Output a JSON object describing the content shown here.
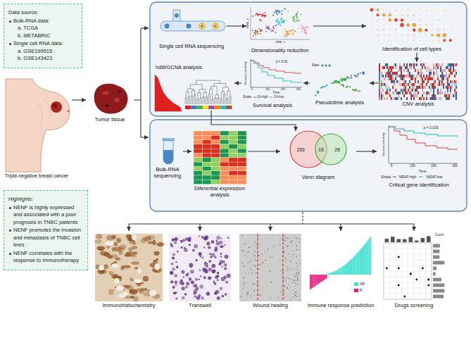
{
  "diagram": {
    "nodes": [
      {
        "text": [
          "Data source:",
          "Bulk-RNA data:",
          "a. TCGA",
          "b. METABRIC",
          "Single cell RNA data:",
          "a. GSE199515",
          "b. GSE143423"
        ]
      },
      {
        "text": [
          "Triple-negative breast cancer"
        ]
      },
      {
        "text": [
          "Highlights:",
          "NENF is highly expressed and associated with a poor prognosis in TNBC patients",
          "NENF promotes the invasion and metastasis of TNBC cell lines",
          "NENF correlates with the response to immunotherapy"
        ]
      },
      {
        "text": [
          "Tumor tissue"
        ]
      },
      {
        "text": [
          "Single cell RNA sequencing"
        ]
      },
      {
        "text": [
          "Dimensionality reduction"
        ]
      },
      {
        "text": [
          "Identification of cell types"
        ]
      },
      {
        "text": [
          "CNV analysis"
        ]
      },
      {
        "text": [
          "Pseudotime analysis"
        ]
      },
      {
        "text": [
          "Survival analysis"
        ]
      },
      {
        "text": [
          "hdWGCNA analysis"
        ]
      },
      {
        "text": [
          "Bulk-RNA sequencing"
        ]
      },
      {
        "text": [
          "Diferential expression analysis"
        ]
      },
      {
        "text": [
          "Venn diagram"
        ]
      },
      {
        "text": [
          "Critical gene identification"
        ]
      },
      {
        "text": [
          "Immunohistochemistry"
        ]
      },
      {
        "text": [
          "Transwell"
        ]
      },
      {
        "text": [
          "Wound healing"
        ]
      },
      {
        "text": [
          "Immune response prediction"
        ]
      },
      {
        "text": [
          "Drugs screening"
        ]
      }
    ],
    "edges": [
      {
        "from": 1,
        "to": 3,
        "arrow": "to"
      },
      {
        "from": 4,
        "to": 5,
        "arrow": "to"
      },
      {
        "from": 5,
        "to": 6,
        "arrow": "to"
      },
      {
        "from": 6,
        "to": 7,
        "arrow": "to"
      },
      {
        "from": 7,
        "to": 8,
        "arrow": "to"
      },
      {
        "from": 8,
        "to": 9,
        "arrow": "to"
      },
      {
        "from": 9,
        "to": 10,
        "arrow": "to"
      },
      {
        "from": 10,
        "to": 13,
        "arrow": "to"
      },
      {
        "from": 11,
        "to": 12,
        "arrow": "to"
      },
      {
        "from": 12,
        "to": 13,
        "arrow": "to"
      },
      {
        "from": 13,
        "to": 14,
        "arrow": "to"
      }
    ],
    "labels": [
      "tSNE_1",
      "tSNE_2",
      "State",
      "p = 0.02",
      "Survival probability",
      "0",
      "100",
      "200",
      "300",
      "Time",
      "Strata",
      "C4-high",
      "C4-low",
      "156",
      "16",
      "28",
      "p = 0.015",
      "Survival probability",
      "0",
      "100",
      "200",
      "300",
      "Time",
      "Strata",
      "NENF-high",
      "NENF-low",
      "Count"
    ],
    "legend": [
      {
        "text": "NR",
        "color": "#40e0d0"
      },
      {
        "text": "R",
        "color": "#e8197c"
      }
    ]
  }
}
